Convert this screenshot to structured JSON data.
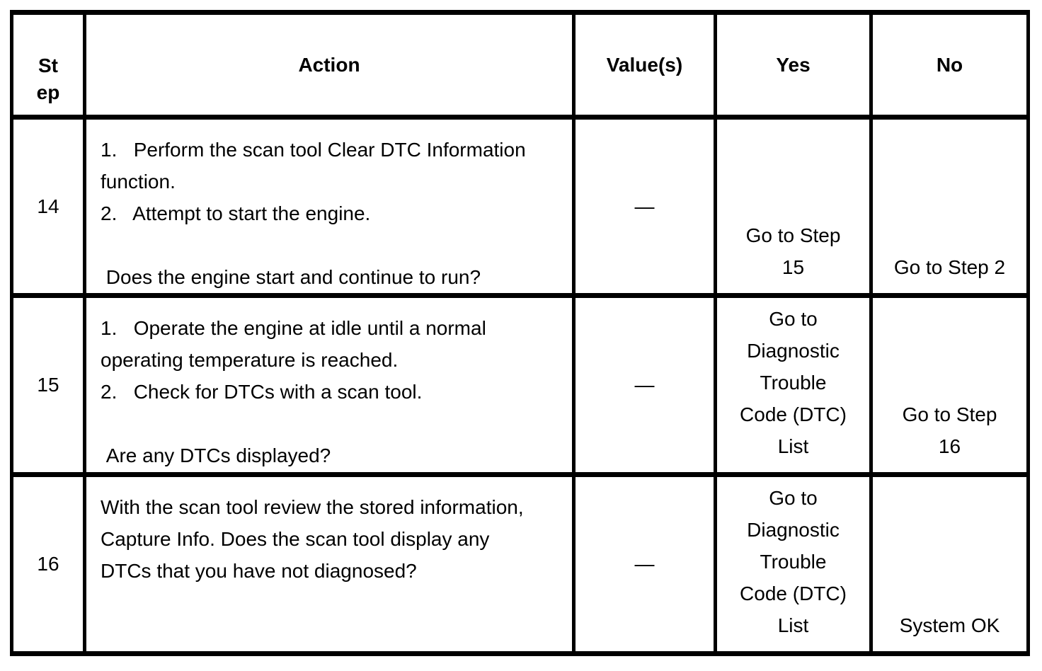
{
  "table": {
    "headers": {
      "step": "St\nep",
      "action": "Action",
      "values": "Value(s)",
      "yes": "Yes",
      "no": "No"
    },
    "rows": [
      {
        "step": "14",
        "action": "1.   Perform the scan tool Clear DTC Information\nfunction.\n2.   Attempt to start the engine.\n\n Does the engine start and continue to run?",
        "values": "—",
        "yes": "Go to Step\n15",
        "no": "Go to Step 2"
      },
      {
        "step": "15",
        "action": "1.   Operate the engine at idle until a normal\noperating temperature is reached.\n2.   Check for DTCs with a scan tool.\n\n Are any DTCs displayed?",
        "values": "—",
        "yes": "Go to\nDiagnostic\nTrouble\nCode (DTC)\nList",
        "no": "Go to Step\n16"
      },
      {
        "step": "16",
        "action": "With the scan tool review the stored information,\nCapture Info. Does the scan tool display any\nDTCs that you have not diagnosed?",
        "values": "—",
        "yes": "Go to\nDiagnostic\nTrouble\nCode (DTC)\nList",
        "no": "System OK"
      }
    ]
  }
}
